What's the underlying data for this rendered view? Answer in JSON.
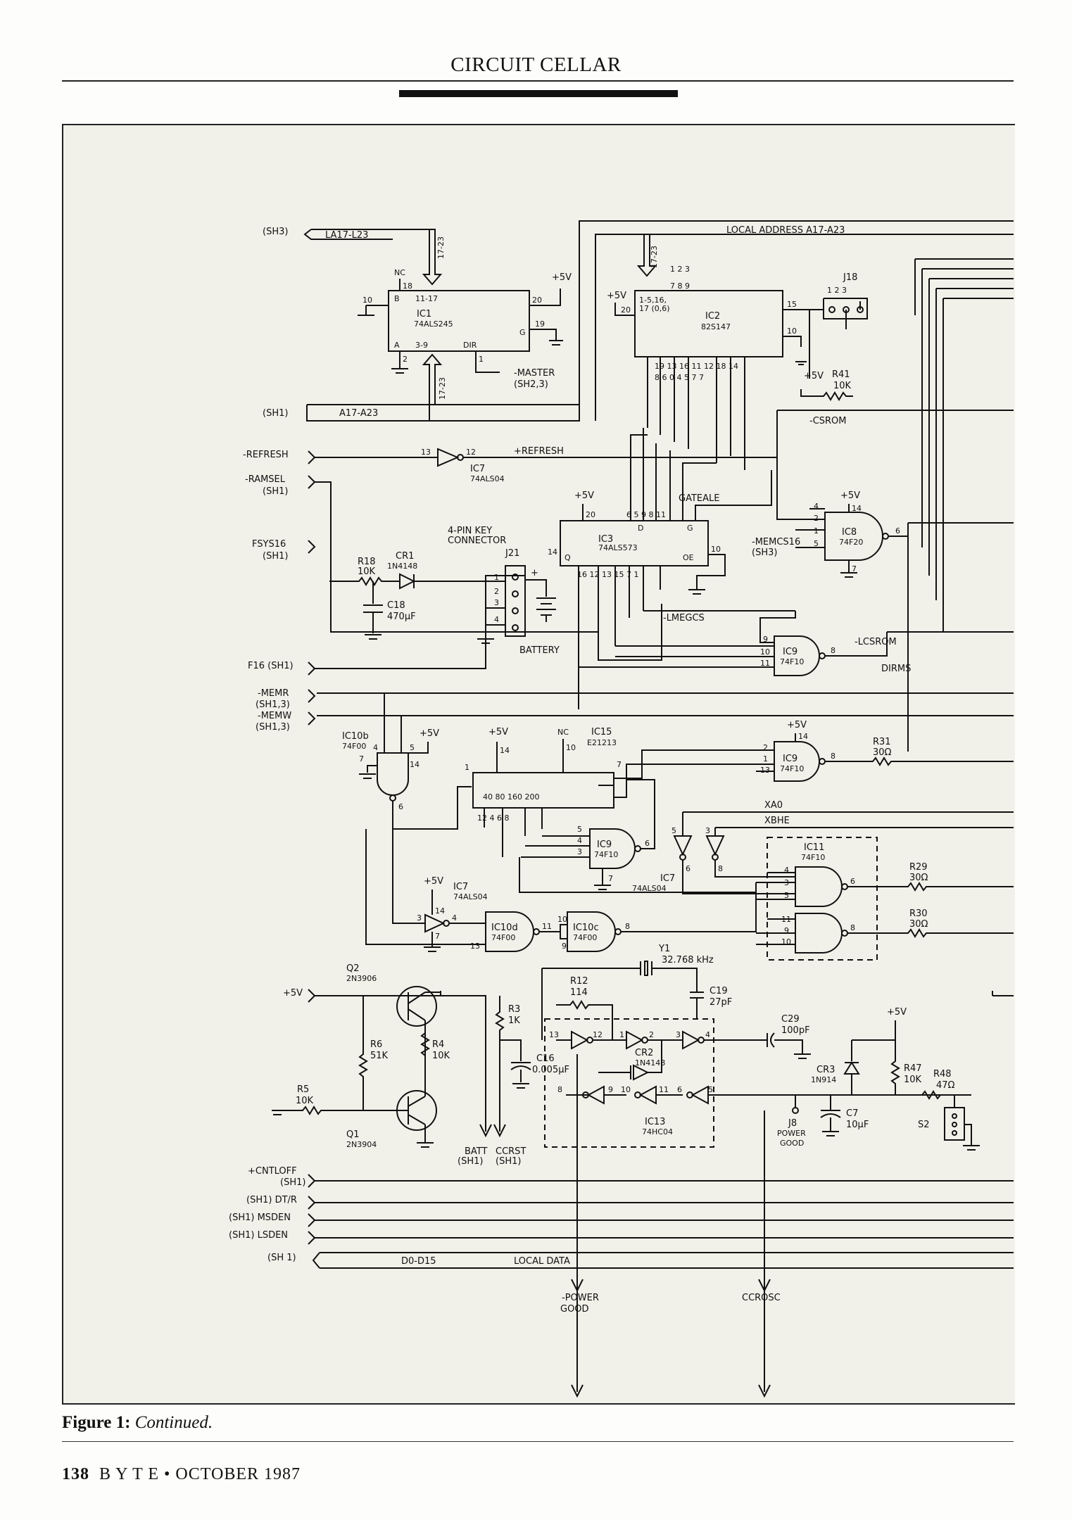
{
  "header": {
    "title": "CIRCUIT CELLAR"
  },
  "caption": {
    "label": "Figure 1:",
    "text": "Continued."
  },
  "footer": {
    "page": "138",
    "magazine": "B Y T E",
    "separator": "•",
    "date": "OCTOBER 1987"
  },
  "buses": {
    "local_address": "LOCAL ADDRESS   A17-A23",
    "la": "LA17-L23",
    "a": "A17-A23",
    "local_data": "LOCAL DATA",
    "d": "D0-D15",
    "bus_width": "17-23"
  },
  "signals": {
    "sh3": "(SH3)",
    "sh1": "(SH1)",
    "refresh": "-REFRESH",
    "ramsel": "-RAMSEL",
    "ramsel_sh": "(SH1)",
    "fsys16": "FSYS16",
    "fsys16_sh": "(SH1)",
    "f16": "F16 (SH1)",
    "memr": "-MEMR",
    "memr_sh": "(SH1,3)",
    "memw": "-MEMW",
    "memw_sh": "(SH1,3)",
    "p5v": "+5V",
    "cntloff": "+CNTLOFF",
    "cntloff_sh": "(SH1)",
    "dtr": "(SH1) DT/R",
    "msden": "(SH1) MSDEN",
    "lsden": "(SH1) LSDEN",
    "sh1d": "(SH 1)",
    "master": "-MASTER",
    "master_sh": "(SH2,3)",
    "p_refresh": "+REFRESH",
    "csrom": "-CSROM",
    "gateale": "GATEALE",
    "memcs16": "-MEMCS16",
    "memcs16_sh": "(SH3)",
    "lmegcs": "-LMEGCS",
    "lcsrom": "-LCSROM",
    "dirms": "DIRMS",
    "xa0": "XA0",
    "xbhe": "XBHE",
    "power_good": "-POWER",
    "power_good2": "GOOD",
    "ccrosc": "CCROSC",
    "batt": "BATT",
    "ccrst": "CCRST",
    "batt_sh": "(SH1)",
    "ccrst_sh": "(SH1)",
    "nc": "NC",
    "key_conn": "4-PIN KEY",
    "key_conn2": "CONNECTOR",
    "battery": "BATTERY"
  },
  "components": {
    "ic1": "IC1",
    "ic1_part": "74ALS245",
    "ic2": "IC2",
    "ic2_part": "82S147",
    "ic3": "IC3",
    "ic3_part": "74ALS573",
    "ic7": "IC7",
    "ic7_part": "74ALS04",
    "ic8": "IC8",
    "ic8_part": "74F20",
    "ic9": "IC9",
    "ic9_part": "74F10",
    "ic10b": "IC10b",
    "ic10b_part": "74F00",
    "ic10d": "IC10d",
    "ic10c": "IC10c",
    "ic10_part": "74F00",
    "ic11": "IC11",
    "ic11_part": "74F10",
    "ic13": "IC13",
    "ic13_part": "74HC04",
    "ic15": "IC15",
    "ic15_part": "E21213",
    "j18": "J18",
    "j21": "J21",
    "j8": "J8",
    "j8_label": "POWER",
    "j8_label2": "GOOD",
    "r18": "R18",
    "r18_v": "10K",
    "cr1": "CR1",
    "cr1_part": "1N4148",
    "c18": "C18",
    "c18_v": "470µF",
    "r41": "R41",
    "r41_v": "10K",
    "r31": "R31",
    "r31_v": "30Ω",
    "r29": "R29",
    "r29_v": "30Ω",
    "r30": "R30",
    "r30_v": "30Ω",
    "y1": "Y1",
    "y1_v": "32.768 kHz",
    "r12": "R12",
    "r12_v": "114",
    "c19": "C19",
    "c19_v": "27pF",
    "c29": "C29",
    "c29_v": "100pF",
    "cr2": "CR2",
    "cr2_part": "1N4148",
    "cr3": "CR3",
    "cr3_part": "1N914",
    "r47": "R47",
    "r47_v": "10K",
    "r48": "R48",
    "r48_v": "47Ω",
    "c7": "C7",
    "c7_v": "10µF",
    "s2": "S2",
    "q2": "Q2",
    "q2_part": "2N3906",
    "q1": "Q1",
    "q1_part": "2N3904",
    "r3": "R3",
    "r3_v": "1K",
    "r6": "R6",
    "r6_v": "51K",
    "r4": "R4",
    "r4_v": "10K",
    "r5": "R5",
    "r5_v": "10K",
    "c16": "C16",
    "c16_v": "0.005µF"
  },
  "pins": {
    "ic1_b": "B",
    "ic1_a": "A",
    "ic1_1117": "11-17",
    "ic1_39": "3-9",
    "ic1_dir": "DIR",
    "ic1_g": "G",
    "ic2_in": "1-5,16,",
    "ic2_in2": "17 (0,6)",
    "ic3_d": "D",
    "ic3_g": "G",
    "ic3_q": "Q",
    "ic3_oe": "OE",
    "ic15_taps": "40   80   160  200"
  }
}
